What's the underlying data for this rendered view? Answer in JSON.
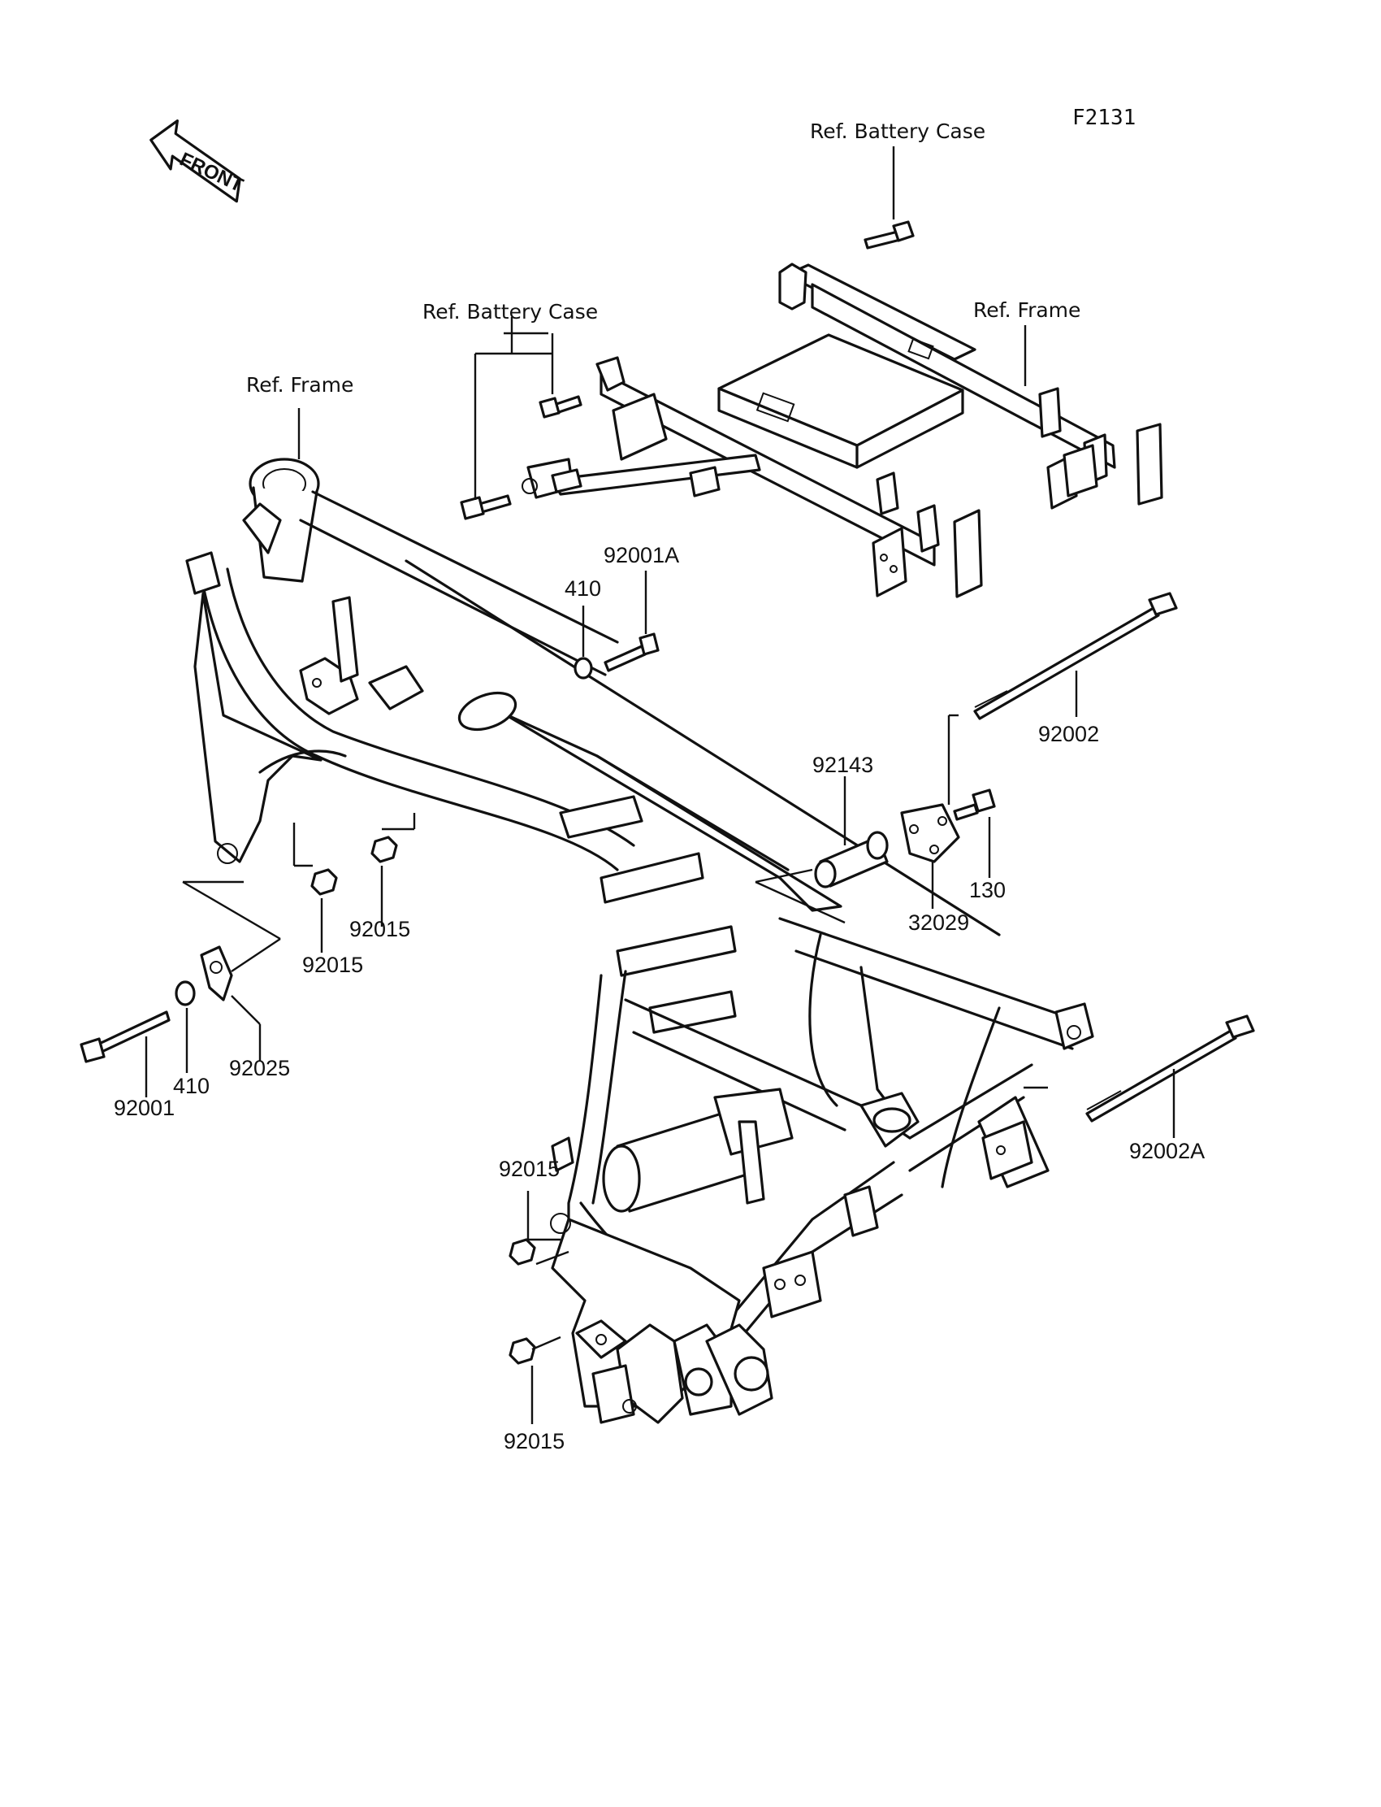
{
  "figure_code": "F2131",
  "front_arrow": {
    "text": "FRONT",
    "icon": "front-arrow-icon"
  },
  "ref_labels": {
    "battery_case_top": "Ref. Battery Case",
    "battery_case_mid": "Ref. Battery Case",
    "frame_top_right": "Ref. Frame",
    "frame_left": "Ref. Frame"
  },
  "part_labels": {
    "p92001A": "92001A",
    "p410_top": "410",
    "p92002": "92002",
    "p92143": "92143",
    "p130": "130",
    "p32029": "32029",
    "p92015_a": "92015",
    "p92015_b": "92015",
    "p92025": "92025",
    "p410_left": "410",
    "p92001": "92001",
    "p92015_c": "92015",
    "p92015_d": "92015",
    "p92002A": "92002A"
  }
}
